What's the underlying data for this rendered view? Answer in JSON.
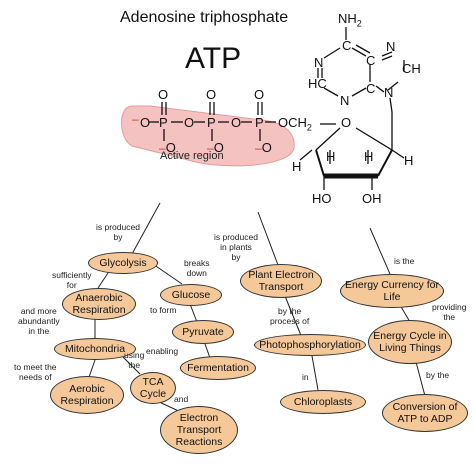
{
  "header": {
    "subtitle": "Adenosine triphosphate",
    "title": "ATP"
  },
  "molecule": {
    "active_region": "Active region",
    "atoms": {
      "nh2": "NH",
      "nh2_sub": "2",
      "c_top": "C",
      "n_left_top": "N",
      "hc": "HC",
      "n_bottom": "N",
      "c_mid": "C",
      "c_lower": "C",
      "n_right": "N",
      "ch_right": "CH",
      "n_ring": "N",
      "o1": "O",
      "p1": "P",
      "o2": "O",
      "p2": "P",
      "o3": "O",
      "p3": "P",
      "och2": "OCH",
      "och2_sub": "2",
      "o_ring": "O",
      "h1": "H",
      "h2": "H",
      "h3": "H",
      "h4": "H",
      "ho": "HO",
      "oh": "OH",
      "dbl_o1": "O",
      "dbl_o2": "O",
      "dbl_o3": "O",
      "bot_o1": "O",
      "bot_o2": "O",
      "bot_o3": "O",
      "minus": "–"
    }
  },
  "concepts": {
    "glycolysis": "Glycolysis",
    "anaerobic": "Anaerobic Respiration",
    "mitochondria": "Mitochondria",
    "aerobic": "Aerobic Respiration",
    "tca": "TCA Cycle",
    "glucose": "Glucose",
    "pyruvate": "Pyruvate",
    "fermentation": "Fermentation",
    "etr": "Electron Transport Reactions",
    "pet": "Plant Electron Transport",
    "photophos": "Photophosphorylation",
    "chloroplasts": "Chloroplasts",
    "currency": "Energy Currency for Life",
    "cycle": "Energy Cycle in Living Things",
    "conversion": "Conversion of ATP to ADP"
  },
  "links": {
    "is_produced_by": "is produced\nby",
    "sufficiently_for": "sufficiently\nfor",
    "and_more": "and more\nabundantly\nin the",
    "to_meet": "to meet the\nneeds of",
    "using_the": "using\nthe",
    "and": "and",
    "breaks_down": "breaks\ndown",
    "to_form": "to form",
    "enabling": "enabling",
    "produced_in_plants": "is produced\nin plants\nby",
    "by_process": "by the\nprocess of",
    "in": "in",
    "is_the": "is the",
    "providing_the": "providing\nthe",
    "by_the": "by the"
  }
}
